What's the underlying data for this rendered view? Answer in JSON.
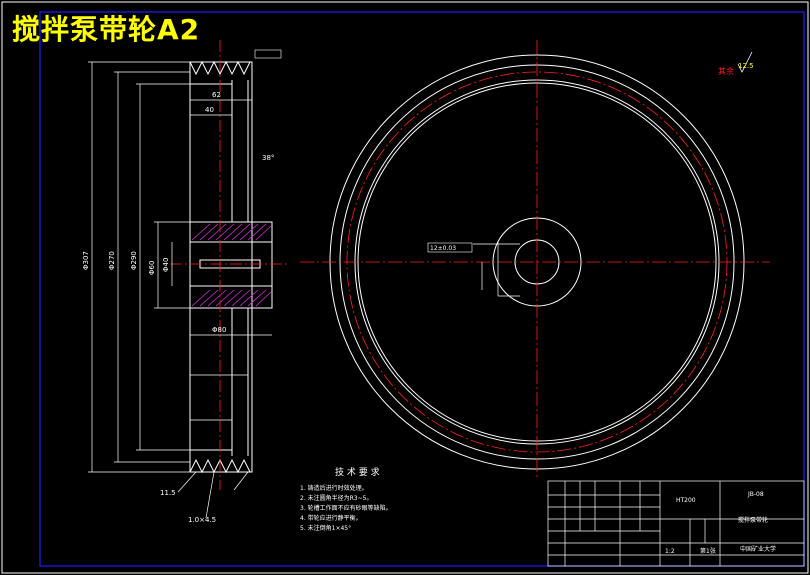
{
  "title": "搅拌泵带轮A2",
  "dimensions_left": {
    "d1": "Φ307",
    "d2": "Φ270",
    "d3": "Φ290",
    "d4": "Φ60",
    "d5": "Φ40",
    "width_top": "62",
    "width_mid": "40",
    "hub": "Φ80",
    "angle": "38°",
    "groove": "11.5",
    "groove2": "1.0×4.5"
  },
  "notes": {
    "heading": "技 术 要 求",
    "items": [
      "1. 铸造后进行时效处理。",
      "2. 未注圆角半径为R3~5。",
      "3. 轮槽工作面不应有砂眼等缺陷。",
      "4. 带轮应进行静平衡。",
      "5. 未注倒角1×45°"
    ]
  },
  "callout_center": "12±0.03",
  "roughness": "12.5",
  "roughness_label": "其余",
  "title_block": {
    "drawing_no": "JB-08",
    "name": "搅拌泵带轮",
    "material": "HT200",
    "scale": "1:2",
    "sheet": "第1张",
    "school": "中国矿业大学"
  },
  "colors": {
    "frame": "#1f1fff",
    "geometry": "#ffffff",
    "center": "#ff2020",
    "dim": "#ffffff",
    "hatch": "#cc33cc",
    "title": "#ffff00"
  }
}
